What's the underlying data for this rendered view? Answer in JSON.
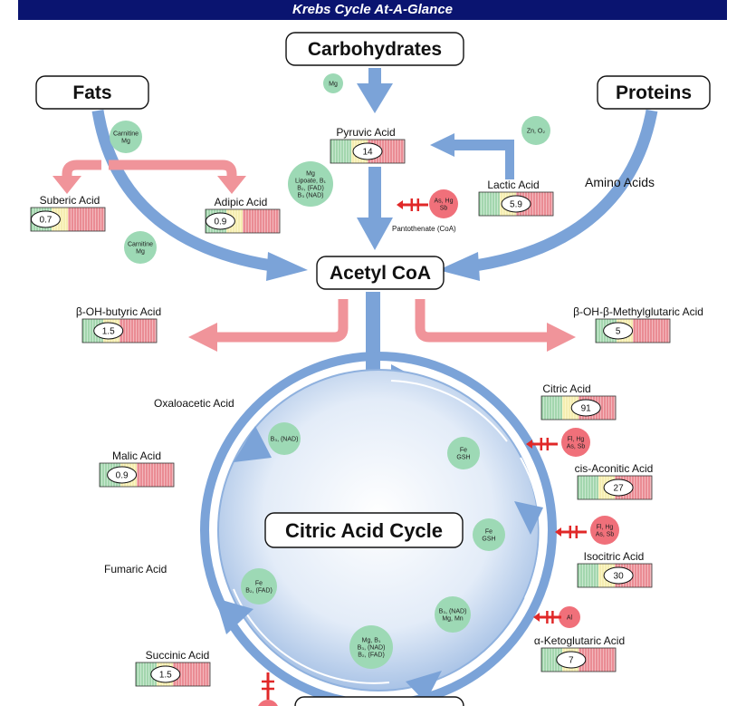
{
  "header": {
    "title": "Krebs Cycle At-A-Glance"
  },
  "colors": {
    "blue_arrow": "#7ba3d8",
    "pink_arrow": "#f0949a",
    "mineral_green": "#9dd9b5",
    "toxin_red": "#f0707a",
    "inhibit_red": "#e02828",
    "banner": "#0a1470"
  },
  "sources": {
    "carbohydrates": "Carbohydrates",
    "fats": "Fats",
    "proteins": "Proteins",
    "acetyl_coa": "Acetyl CoA",
    "citric_acid_cycle": "Citric Acid Cycle"
  },
  "labels": {
    "amino_acids": "Amino Acids",
    "pantothenate": "Pantothenate (CoA)",
    "oxaloacetic_acid": "Oxaloacetic Acid",
    "fumaric_acid": "Fumaric Acid"
  },
  "markers": [
    {
      "name": "Pyruvic Acid",
      "value": "14",
      "fill": 0.5
    },
    {
      "name": "Lactic Acid",
      "value": "5.9",
      "fill": 0.5
    },
    {
      "name": "Suberic Acid",
      "value": "0.7",
      "fill": 0.2
    },
    {
      "name": "Adipic Acid",
      "value": "0.9",
      "fill": 0.2
    },
    {
      "name": "β-OH-butyric Acid",
      "value": "1.5",
      "fill": 0.35
    },
    {
      "name": "β-OH-β-Methylglutaric Acid",
      "value": "5",
      "fill": 0.3
    },
    {
      "name": "Citric Acid",
      "value": "91",
      "fill": 0.6
    },
    {
      "name": "Malic Acid",
      "value": "0.9",
      "fill": 0.3
    },
    {
      "name": "cis-Aconitic Acid",
      "value": "27",
      "fill": 0.55
    },
    {
      "name": "Isocitric Acid",
      "value": "30",
      "fill": 0.55
    },
    {
      "name": "α-Ketoglutaric Acid",
      "value": "7",
      "fill": 0.4
    },
    {
      "name": "Succinic Acid",
      "value": "1.5",
      "fill": 0.4
    }
  ],
  "cofactors": [
    {
      "lines": [
        "Mg"
      ]
    },
    {
      "lines": [
        "Carnitine",
        "Mg"
      ]
    },
    {
      "lines": [
        "Carnitine",
        "Mg"
      ]
    },
    {
      "lines": [
        "Mg",
        "Lipoate, B₁",
        "B₂, (FAD)",
        "B₃ (NAD)"
      ]
    },
    {
      "lines": [
        "Zn, O₂"
      ]
    },
    {
      "lines": [
        "B₃, (NAD)"
      ]
    },
    {
      "lines": [
        "Fe",
        "GSH"
      ]
    },
    {
      "lines": [
        "Fe",
        "GSH"
      ]
    },
    {
      "lines": [
        "Fe",
        "B₂, (FAD)"
      ]
    },
    {
      "lines": [
        "B₃, (NAD)",
        "Mg, Mn"
      ]
    },
    {
      "lines": [
        "Mg, B₁",
        "B₃, (NAD)",
        "B₂, (FAD)"
      ]
    }
  ],
  "toxins": [
    {
      "lines": [
        "As, Hg",
        "Sb"
      ]
    },
    {
      "lines": [
        "Fl, Hg",
        "As, Sb"
      ]
    },
    {
      "lines": [
        "Fl, Hg",
        "As, Sb"
      ]
    },
    {
      "lines": [
        "Al"
      ]
    }
  ]
}
